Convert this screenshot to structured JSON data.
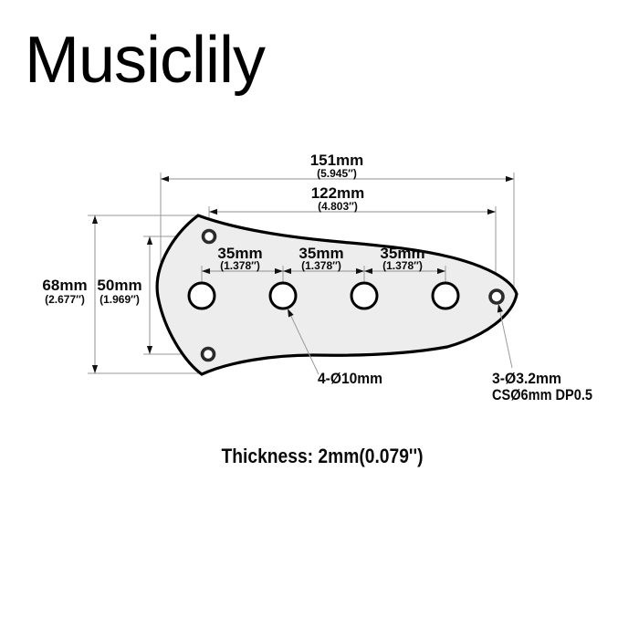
{
  "logo": {
    "text": "Musiclily"
  },
  "plate": {
    "description": "jazz-bass-control-plate",
    "fill": "#ededed",
    "outline_color": "#000000",
    "control_hole_count": 4,
    "screw_hole_count": 3
  },
  "dimensions": {
    "overall_width": {
      "mm": "151mm",
      "inch": "(5.945″)"
    },
    "mount_width": {
      "mm": "122mm",
      "inch": "(4.803″)"
    },
    "spacings": [
      {
        "mm": "35mm",
        "inch": "(1.378″)"
      },
      {
        "mm": "35mm",
        "inch": "(1.378″)"
      },
      {
        "mm": "35mm",
        "inch": "(1.378″)"
      }
    ],
    "overall_height": {
      "mm": "68mm",
      "inch": "(2.677″)"
    },
    "mount_height": {
      "mm": "50mm",
      "inch": "(1.969″)"
    }
  },
  "callouts": {
    "control_holes": "4-Ø10mm",
    "screw_holes_line1": "3-Ø3.2mm",
    "screw_holes_line2": "CSØ6mm DP0.5"
  },
  "thickness": {
    "text": "Thickness: 2mm(0.079'')"
  },
  "colors": {
    "dim_line": "#8f8f8f",
    "arrow": "#111111",
    "text": "#0a0a0a",
    "background": "#ffffff"
  }
}
